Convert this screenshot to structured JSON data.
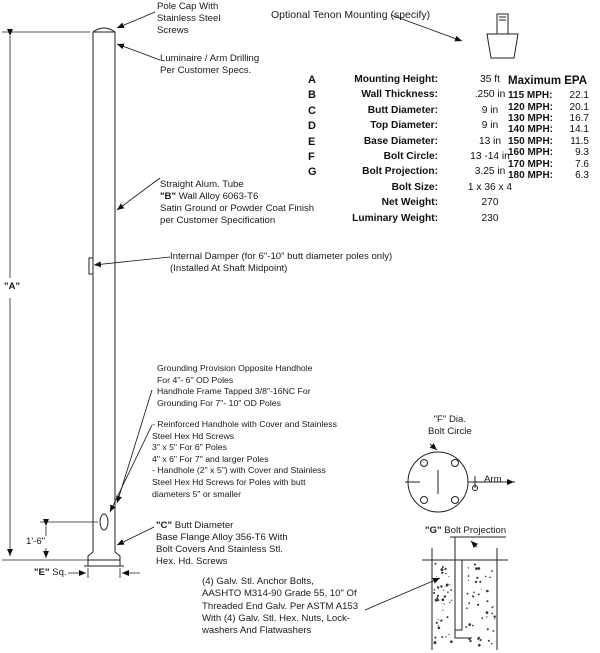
{
  "tenon": {
    "label": "Optional Tenon Mounting (specify)"
  },
  "specs": [
    {
      "key": "A",
      "name": "Mounting Height:",
      "value": "35 ft"
    },
    {
      "key": "B",
      "name": "Wall Thickness:",
      "value": ".250 in"
    },
    {
      "key": "C",
      "name": "Butt Diameter:",
      "value": "9 in"
    },
    {
      "key": "D",
      "name": "Top Diameter:",
      "value": "9 in"
    },
    {
      "key": "E",
      "name": "Base Diameter:",
      "value": "13 in"
    },
    {
      "key": "F",
      "name": "Bolt Circle:",
      "value": "13 -14 in"
    },
    {
      "key": "G",
      "name": "Bolt Projection:",
      "value": "3.25 in"
    },
    {
      "key": "",
      "name": "Bolt Size:",
      "value": "1 x 36 x 4"
    },
    {
      "key": "",
      "name": "Net Weight:",
      "value": "270"
    },
    {
      "key": "",
      "name": "Luminary Weight:",
      "value": "230"
    }
  ],
  "epa": {
    "title": "Maximum EPA",
    "rows": [
      {
        "speed": "115 MPH:",
        "value": "22.1"
      },
      {
        "speed": "120 MPH:",
        "value": "20.1"
      },
      {
        "speed": "130 MPH:",
        "value": "16.7"
      },
      {
        "speed": "140 MPH:",
        "value": "14.1"
      },
      {
        "speed": "150 MPH:",
        "value": "11.5"
      },
      {
        "speed": "160 MPH:",
        "value": "9.3"
      },
      {
        "speed": "170 MPH:",
        "value": "7.6"
      },
      {
        "speed": "180 MPH:",
        "value": "6.3"
      }
    ]
  },
  "callouts": {
    "pole_cap": "Pole Cap With\nStainless Steel\nScrews",
    "luminaire": "Luminaire / Arm Drilling\nPer Customer Specs.",
    "tube_line1": "Straight Alum. Tube",
    "tube_b": "\"B\"",
    "tube_line2": " Wall Alloy 6063-T6",
    "tube_line3": "Satin Ground or Powder Coat Finish\nper Customer Specification",
    "damper": "Internal Damper (for 6\"-10\" butt diameter poles only)\n(Installed At Shaft Midpoint)",
    "grounding": "Grounding Provision Opposite Handhole\nFor 4\"- 6\" OD Poles\nHandhole Frame Tapped 3/8\"-16NC For\nGrounding For 7\"- 10\" OD Poles",
    "handhole": "- Reinforced Handhole with Cover and Stainless\nSteel Hex Hd Screws\n3\" x 5\" For 6\" Poles\n4\" x 6\" For 7\" and larger Poles\n- Handhole (2\" x 5\") with Cover and Stainless\nSteel Hex Hd Screws for Poles with butt\ndiameters 5\" or smaller",
    "butt_c": "\"C\"",
    "butt_rest": " Butt Diameter",
    "base_flange": "Base Flange Alloy 356-T6 With\nBolt Covers And Stainless Stl.\nHex. Hd. Screws",
    "anchor": "(4) Galv. Stl. Anchor Bolts,\nAASHTO M314-90 Grade 55, 10\" Of\nThreaded End Galv. Per ASTM A153\nWith (4) Galv. Stl. Hex. Nuts, Lock-\nwashers And Flatwashers",
    "bolt_circle": "\"F\" Dia.\nBolt Circle",
    "arm": "Arm",
    "bolt_proj_g": "\"G\"",
    "bolt_proj_rest": " Bolt Projection",
    "dim_a": "\"A\"",
    "dim_e": "\"E\"",
    "dim_e_rest": " Sq.",
    "dim_height": "1'-6\""
  }
}
